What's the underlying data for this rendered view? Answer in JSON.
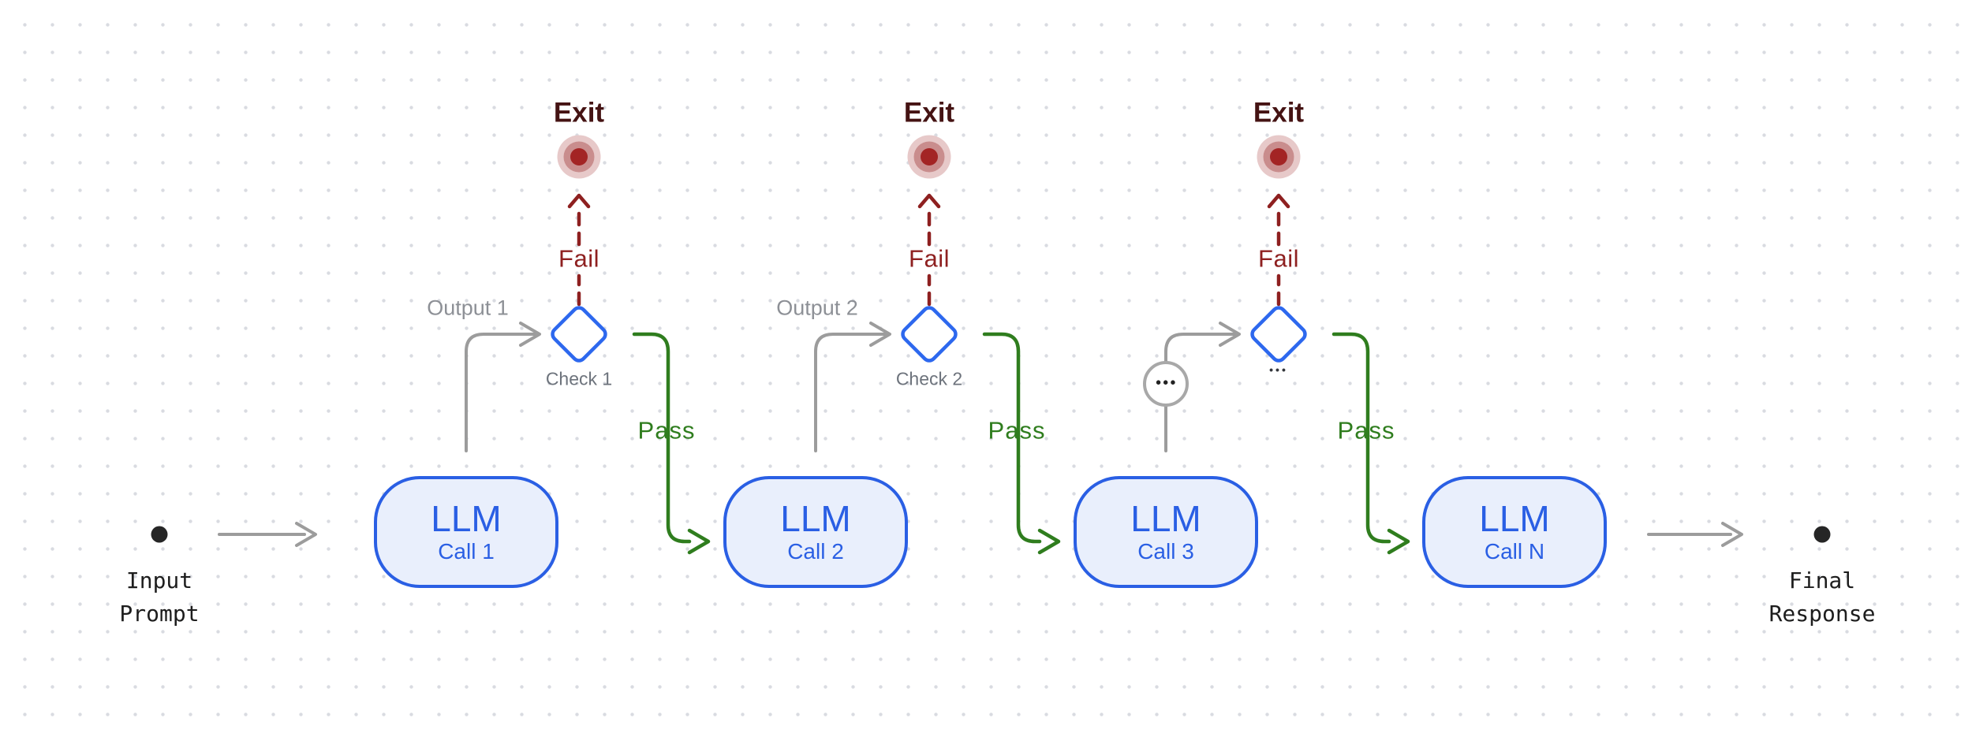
{
  "palette": {
    "node_blue": "#2a5fe4",
    "node_fill": "#e9effc",
    "diamond_blue": "#2d68ee",
    "pass_green": "#2f7d1e",
    "fail_red": "#8e2020",
    "exit_text_red": "#451313",
    "exit_ring_outer": "#e7c9c9",
    "exit_ring_mid": "#c98d8d",
    "exit_ring_inner": "#a32424",
    "arrow_gray": "#9c9c9c",
    "label_gray": "#8d9096",
    "ink": "#1d1d1d"
  },
  "endpoints": {
    "input": {
      "line1": "Input",
      "line2": "Prompt"
    },
    "final": {
      "line1": "Final",
      "line2": "Response"
    }
  },
  "llm_calls": [
    {
      "title": "LLM",
      "subtitle": "Call 1"
    },
    {
      "title": "LLM",
      "subtitle": "Call 2"
    },
    {
      "title": "LLM",
      "subtitle": "Call 3"
    },
    {
      "title": "LLM",
      "subtitle": "Call N"
    }
  ],
  "checks": [
    {
      "exit": "Exit",
      "fail": "Fail",
      "pass": "Pass",
      "output": "Output 1",
      "check": "Check 1"
    },
    {
      "exit": "Exit",
      "fail": "Fail",
      "pass": "Pass",
      "output": "Output 2",
      "check": "Check 2"
    },
    {
      "exit": "Exit",
      "fail": "Fail",
      "pass": "Pass",
      "ellipsis": "•••"
    }
  ],
  "ellipsis_node": {
    "label": "•••"
  }
}
